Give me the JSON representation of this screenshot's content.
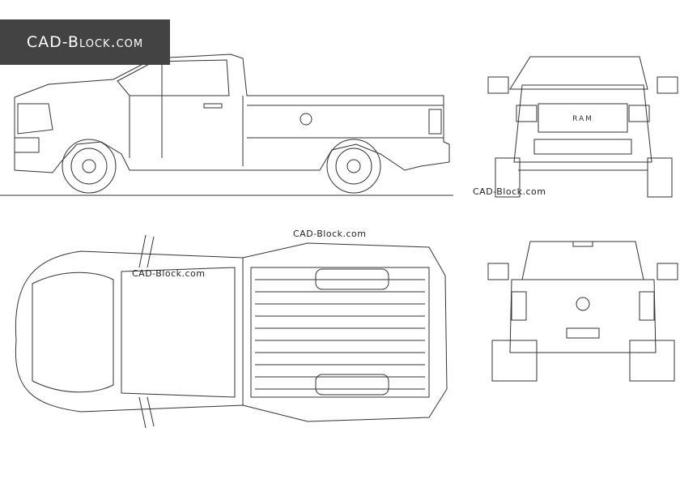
{
  "banner": {
    "logo_text": "CAD-Block.com",
    "background": "#434343"
  },
  "watermarks": [
    "CAD-Block.com",
    "CAD-Block.com",
    "CAD-Block.com"
  ],
  "views": [
    "side-view",
    "front-view",
    "top-view",
    "rear-view"
  ],
  "front_grille_badge": "RAM"
}
